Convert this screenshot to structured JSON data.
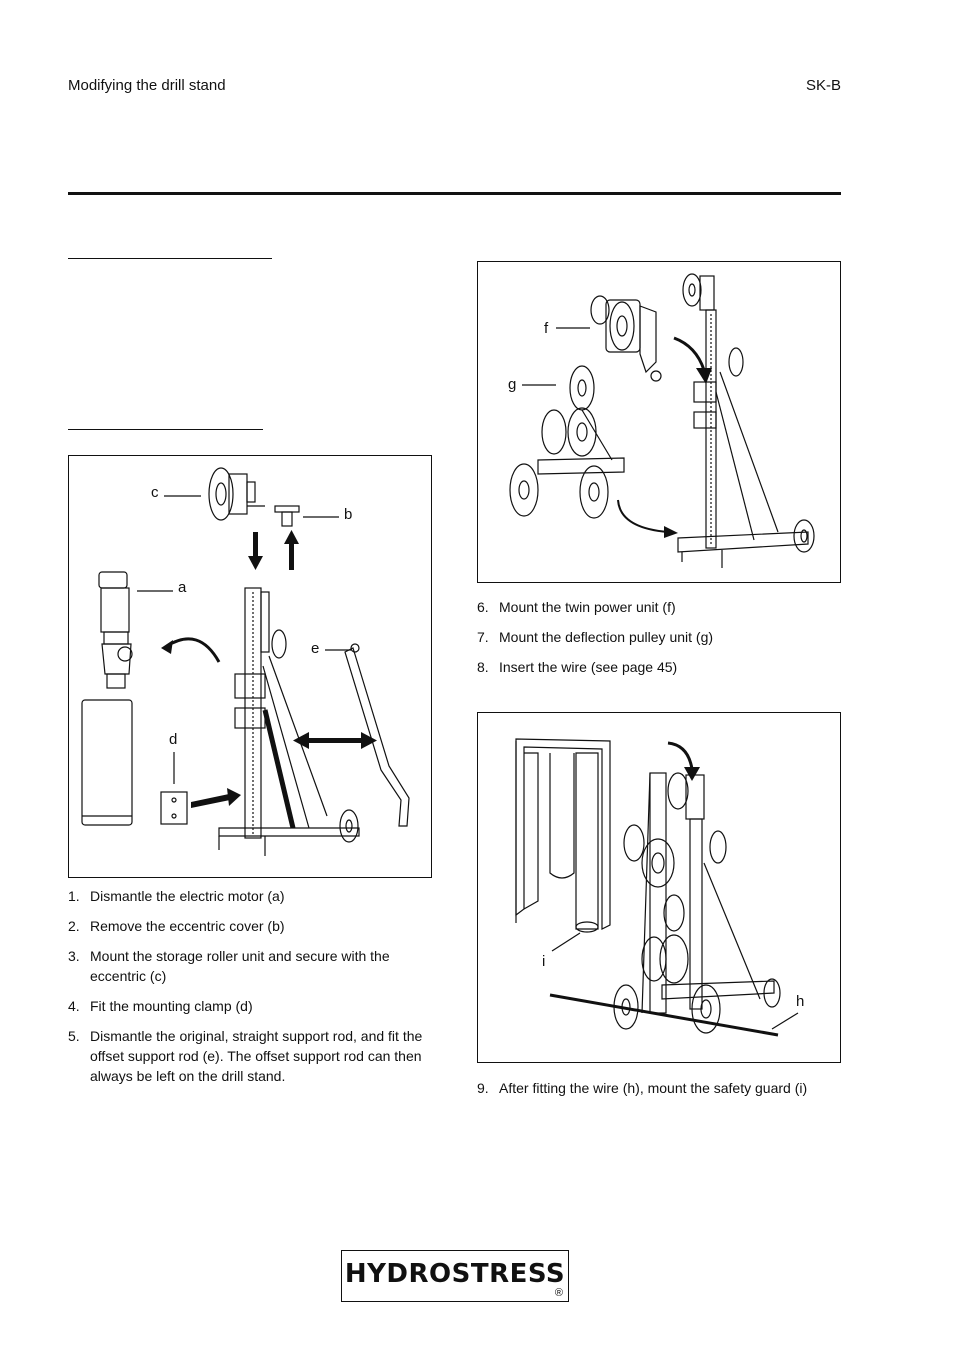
{
  "header": {
    "left": "Modifying the drill stand",
    "right": "SK-B"
  },
  "figure1": {
    "labels": {
      "a": "a",
      "b": "b",
      "c": "c",
      "d": "d",
      "e": "e"
    }
  },
  "steps_left": [
    {
      "num": "1.",
      "text": "Dismantle the electric motor (a)"
    },
    {
      "num": "2.",
      "text": "Remove the eccentric cover (b)"
    },
    {
      "num": "3.",
      "text": "Mount the storage roller unit and secure with the eccentric (c)"
    },
    {
      "num": "4.",
      "text": "Fit the mounting clamp (d)"
    },
    {
      "num": "5.",
      "text": "Dismantle the original, straight support rod, and fit the offset support rod (e). The offset support rod can then always be left on the drill stand."
    }
  ],
  "figure2": {
    "labels": {
      "f": "f",
      "g": "g"
    }
  },
  "steps_right_a": [
    {
      "num": "6.",
      "text": "Mount the twin power unit (f)"
    },
    {
      "num": "7.",
      "text": "Mount the deflection pulley unit (g)"
    },
    {
      "num": "8.",
      "text": "Insert the wire (see page 45)"
    }
  ],
  "figure3": {
    "labels": {
      "h": "h",
      "i": "i"
    }
  },
  "steps_right_b": [
    {
      "num": "9.",
      "text": "After fitting the wire (h), mount the safety guard (i)"
    }
  ],
  "logo": {
    "text": "HYDROSTRESS",
    "registered": "®"
  }
}
